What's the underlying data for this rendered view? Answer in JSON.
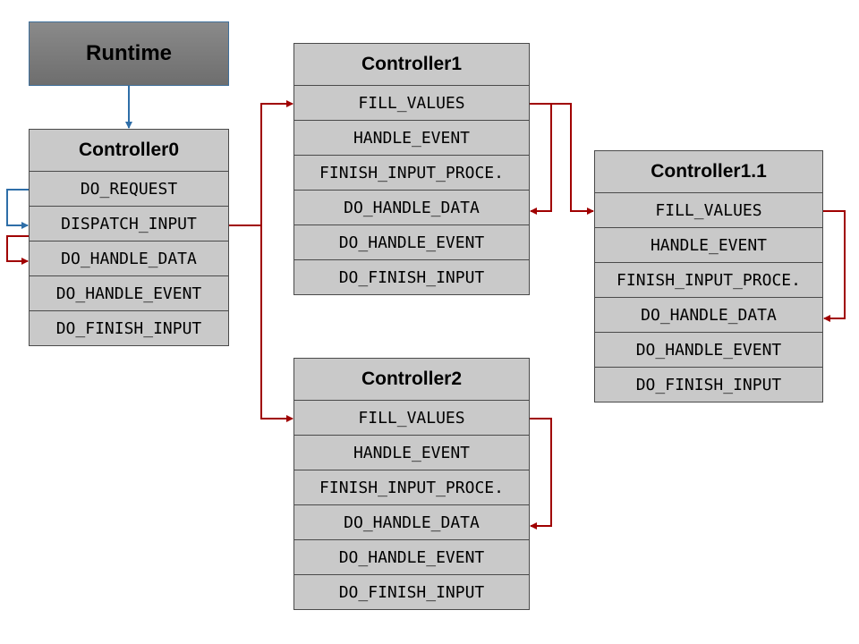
{
  "colors": {
    "blue_arrow": "#2e6ea8",
    "red_arrow": "#a00000",
    "box_fill": "#c9c9c9",
    "runtime_fill": "#7a7a7a"
  },
  "runtime": {
    "label": "Runtime"
  },
  "controllers": {
    "c0": {
      "title": "Controller0",
      "methods": [
        "DO_REQUEST",
        "DISPATCH_INPUT",
        "DO_HANDLE_DATA",
        "DO_HANDLE_EVENT",
        "DO_FINISH_INPUT"
      ]
    },
    "c1": {
      "title": "Controller1",
      "methods": [
        "FILL_VALUES",
        "HANDLE_EVENT",
        "FINISH_INPUT_PROCE.",
        "DO_HANDLE_DATA",
        "DO_HANDLE_EVENT",
        "DO_FINISH_INPUT"
      ]
    },
    "c11": {
      "title": "Controller1.1",
      "methods": [
        "FILL_VALUES",
        "HANDLE_EVENT",
        "FINISH_INPUT_PROCE.",
        "DO_HANDLE_DATA",
        "DO_HANDLE_EVENT",
        "DO_FINISH_INPUT"
      ]
    },
    "c2": {
      "title": "Controller2",
      "methods": [
        "FILL_VALUES",
        "HANDLE_EVENT",
        "FINISH_INPUT_PROCE.",
        "DO_HANDLE_DATA",
        "DO_HANDLE_EVENT",
        "DO_FINISH_INPUT"
      ]
    }
  }
}
